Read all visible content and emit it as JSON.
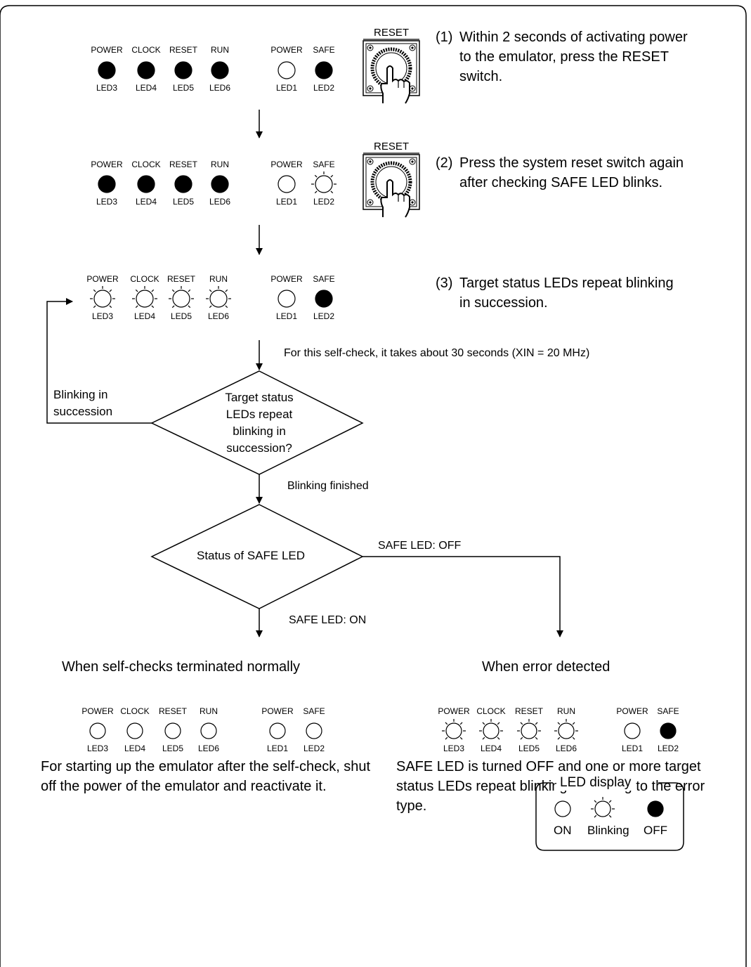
{
  "steps": [
    {
      "num": "(1)",
      "lines": [
        "Within 2 seconds of activating power",
        "to the emulator, press the RESET",
        "switch."
      ]
    },
    {
      "num": "(2)",
      "lines": [
        "Press the system reset switch again",
        "after checking SAFE LED blinks."
      ]
    },
    {
      "num": "(3)",
      "lines": [
        "Target status LEDs repeat blinking",
        "in succession."
      ]
    }
  ],
  "reset_switch_label": "RESET",
  "led_groups": {
    "target_labels": [
      "POWER",
      "CLOCK",
      "RESET",
      "RUN"
    ],
    "target_ids": [
      "LED3",
      "LED4",
      "LED5",
      "LED6"
    ],
    "emu_labels": [
      "POWER",
      "SAFE"
    ],
    "emu_ids": [
      "LED1",
      "LED2"
    ]
  },
  "led_rows": [
    {
      "target_states": [
        "off",
        "off",
        "off",
        "off"
      ],
      "emu_states": [
        "on",
        "off"
      ]
    },
    {
      "target_states": [
        "off",
        "off",
        "off",
        "off"
      ],
      "emu_states": [
        "on",
        "blinking"
      ]
    },
    {
      "target_states": [
        "blinking",
        "blinking",
        "blinking",
        "blinking"
      ],
      "emu_states": [
        "on",
        "off"
      ]
    },
    {
      "target_states": [
        "on",
        "on",
        "on",
        "on"
      ],
      "emu_states": [
        "on",
        "on"
      ]
    },
    {
      "target_states": [
        "blinking",
        "blinking",
        "blinking",
        "blinking"
      ],
      "emu_states": [
        "on",
        "off"
      ]
    }
  ],
  "flow": {
    "self_check_note": "For this self-check, it takes about 30 seconds (XIN = 20 MHz)",
    "decision1_lines": [
      "Target status",
      "LEDs repeat",
      "blinking in",
      "succession?"
    ],
    "loop_label_lines": [
      "Blinking in",
      "succession"
    ],
    "blinking_finished": "Blinking finished",
    "decision2_text": "Status of SAFE LED",
    "safe_off_label": "SAFE LED: OFF",
    "safe_on_label": "SAFE LED: ON"
  },
  "outcomes": {
    "normal_title": "When self-checks terminated normally",
    "error_title": "When error detected",
    "normal_text": "For starting up the emulator after the self-check, shut off the power of the emulator and reactivate it.",
    "error_text": "SAFE LED is turned OFF and one or more target status LEDs repeat blinking according to the error type."
  },
  "legend": {
    "title": "LED display",
    "items": [
      {
        "state": "on",
        "label": "ON"
      },
      {
        "state": "blinking",
        "label": "Blinking"
      },
      {
        "state": "off",
        "label": "OFF"
      }
    ]
  }
}
